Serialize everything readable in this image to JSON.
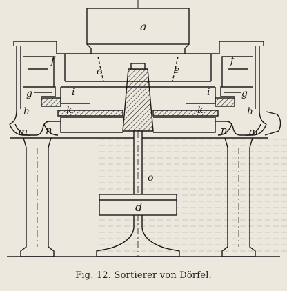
{
  "caption": {
    "figure_label": "Fig. 12.",
    "title": "Sortierer von Dörfel."
  },
  "labels": {
    "a": "a",
    "e_left": "e",
    "e_right": "e",
    "f_left": "f",
    "f_right": "f",
    "g_left": "g",
    "g_right": "g",
    "i_left": "i",
    "i_right": "i",
    "h_left": "h",
    "h_right": "h",
    "k_left": "k",
    "k_right": "k",
    "m_left": "m",
    "m_right": "m",
    "n_left": "n",
    "n_right": "n",
    "o": "o",
    "d": "d"
  }
}
